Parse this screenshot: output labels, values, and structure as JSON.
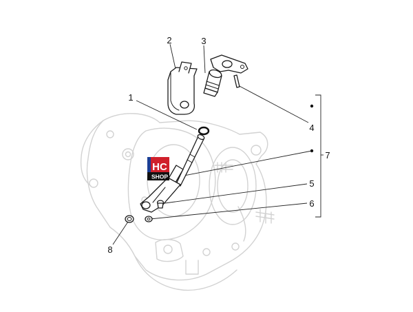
{
  "callouts": [
    {
      "id": "1",
      "label": "1"
    },
    {
      "id": "2",
      "label": "2"
    },
    {
      "id": "3",
      "label": "3"
    },
    {
      "id": "4",
      "label": "4"
    },
    {
      "id": "5",
      "label": "5"
    },
    {
      "id": "6",
      "label": "6"
    },
    {
      "id": "7",
      "label": "7"
    },
    {
      "id": "8",
      "label": "8"
    }
  ],
  "watermark": {
    "line1": "HC",
    "line2": "SHOP"
  },
  "colors": {
    "ghost": "#d2d2d2",
    "line": "#1a1a1a",
    "logo_red": "#d0202b",
    "logo_blue": "#1c3f94"
  }
}
